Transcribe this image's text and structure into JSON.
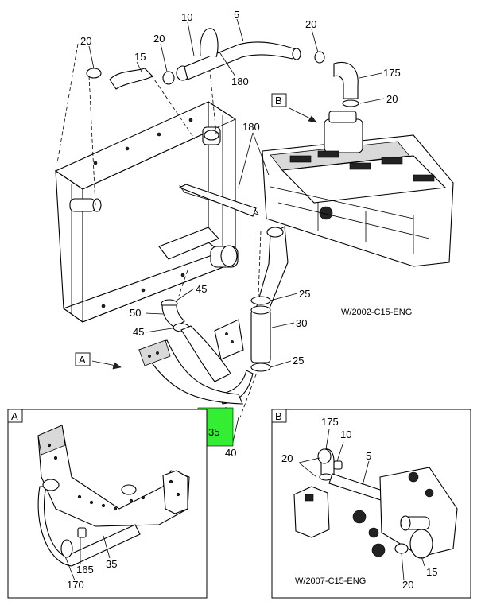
{
  "callouts": {
    "c10_top": "10",
    "c5_top": "5",
    "c20_top_left": "20",
    "c20_top_mid": "20",
    "c20_top_right": "20",
    "c15_top": "15",
    "c180_top": "180",
    "c175_top": "175",
    "c20_right": "20",
    "c180_mid": "180",
    "c45_upper": "45",
    "c50": "50",
    "c45_lower": "45",
    "c25_upper": "25",
    "c30": "30",
    "c25_lower": "25",
    "c35_highlight": "35",
    "c40": "40",
    "inset_a_165": "165",
    "inset_a_170": "170",
    "inset_a_35": "35",
    "inset_b_175": "175",
    "inset_b_10": "10",
    "inset_b_20_left": "20",
    "inset_b_5": "5",
    "inset_b_15": "15",
    "inset_b_20_bottom": "20"
  },
  "view_labels": {
    "A": "A",
    "B": "B",
    "inset_a_title": "A",
    "inset_b_title": "B"
  },
  "captions": {
    "main": "W/2002-C15-ENG",
    "inset_b": "W/2007-C15-ENG"
  },
  "colors": {
    "highlight": "#33ee33",
    "line": "#000000",
    "background": "#ffffff"
  }
}
